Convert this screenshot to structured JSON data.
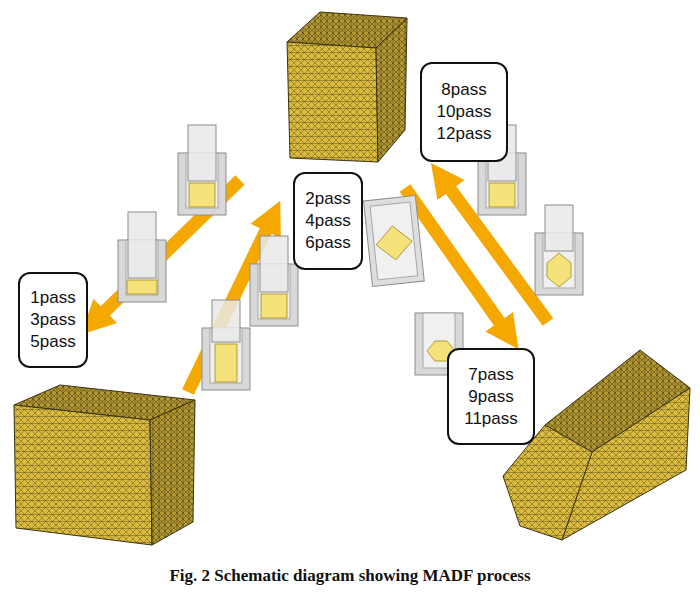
{
  "diagram": {
    "caption": "Fig. 2 Schematic diagram showing MADF process",
    "nodes": [
      {
        "text": [
          "8pass",
          "10pass",
          "12pass"
        ]
      },
      {
        "text": [
          "2pass",
          "4pass",
          "6pass"
        ]
      },
      {
        "text": [
          "1pass",
          "3pass",
          "5pass"
        ]
      },
      {
        "text": [
          "7pass",
          "9pass",
          "11pass"
        ]
      }
    ]
  }
}
